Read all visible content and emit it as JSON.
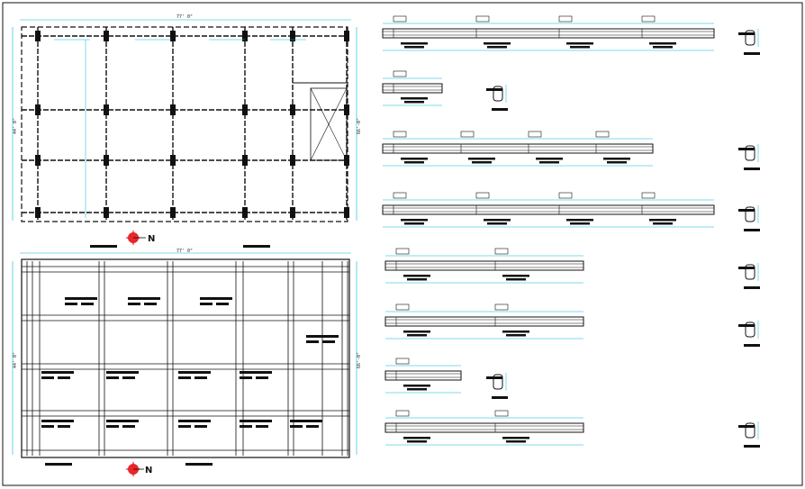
{
  "drawing": {
    "colors": {
      "paper": "#ffffff",
      "line": "#111111",
      "dimension": "#00b7d6",
      "north_star": "#e8262b"
    },
    "plan_top": {
      "width_dim": "77' 0\"",
      "depth_dim": "44' 0\"",
      "right_dim": "66'-0\""
    },
    "plan_bottom": {
      "width_dim": "77' 0\"",
      "depth_dim": "44' 0\"",
      "right_dim": "66'-0\""
    },
    "north_label_top": "N",
    "north_label_bottom": "N"
  }
}
